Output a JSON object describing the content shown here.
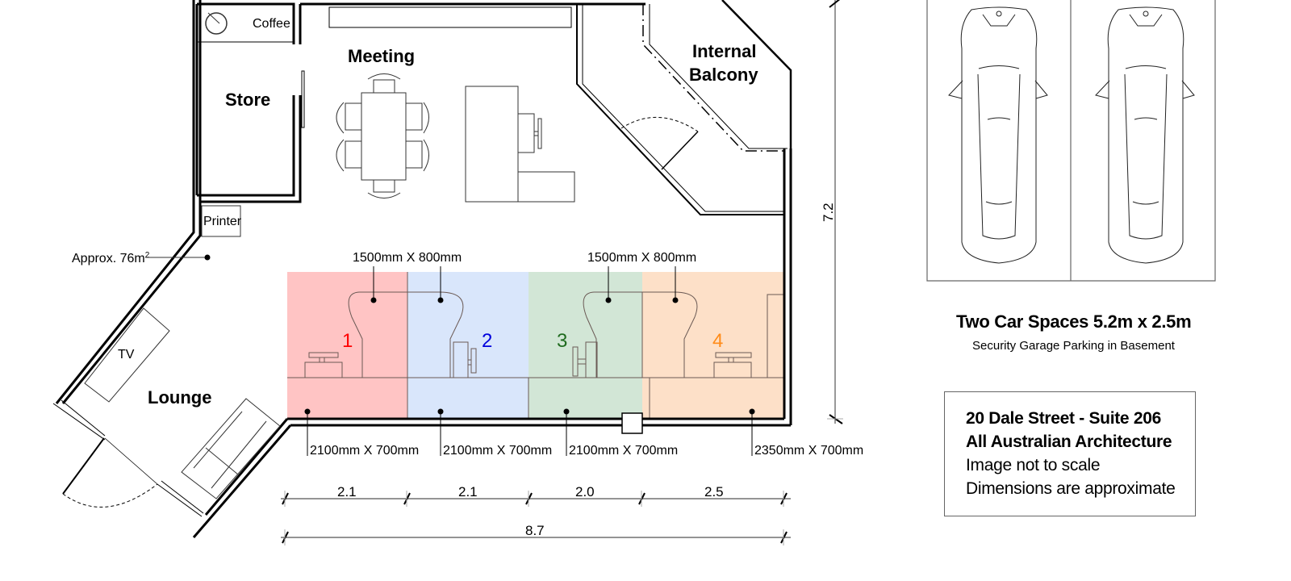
{
  "rooms": {
    "coffee": "Coffee",
    "store": "Store",
    "meeting": "Meeting",
    "internal_balcony_line1": "Internal",
    "internal_balcony_line2": "Balcony",
    "printer": "Printer",
    "lounge": "Lounge",
    "tv": "TV"
  },
  "area_label": {
    "text": "Approx. 76m",
    "superscript": "2"
  },
  "desks": [
    {
      "number": "1",
      "color": "#ff0000",
      "zone_fill": "#ffc4c4"
    },
    {
      "number": "2",
      "color": "#0000dd",
      "zone_fill": "#d9e6fb"
    },
    {
      "number": "3",
      "color": "#1f6b1f",
      "zone_fill": "#d2e6d6"
    },
    {
      "number": "4",
      "color": "#ff8c1a",
      "zone_fill": "#fde0c8"
    }
  ],
  "desk_size_labels": {
    "top_left": "1500mm X 800mm",
    "top_right": "1500mm X 800mm",
    "bottom": [
      "2100mm X 700mm",
      "2100mm X 700mm",
      "2100mm X 700mm",
      "2350mm X 700mm"
    ]
  },
  "dimensions": {
    "segments": [
      "2.1",
      "2.1",
      "2.0",
      "2.5"
    ],
    "total_width": "8.7",
    "height": "7.2"
  },
  "parking": {
    "title": "Two Car Spaces 5.2m x 2.5m",
    "subtitle": "Security Garage Parking in Basement"
  },
  "info": {
    "line1": "20 Dale Street - Suite 206",
    "line2": "All Australian Architecture",
    "line3": "Image not to scale",
    "line4": "Dimensions are approximate"
  },
  "chart_data": {
    "type": "table",
    "title": "Floor plan - Suite 206",
    "area_m2": 76,
    "rooms": [
      "Coffee",
      "Store",
      "Meeting",
      "Internal Balcony",
      "Printer",
      "Lounge"
    ],
    "workstations": [
      {
        "id": 1,
        "desk": "2100mm X 700mm",
        "shared_return": "1500mm X 800mm",
        "width_m": 2.1
      },
      {
        "id": 2,
        "desk": "2100mm X 700mm",
        "shared_return": "1500mm X 800mm",
        "width_m": 2.1
      },
      {
        "id": 3,
        "desk": "2100mm X 700mm",
        "shared_return": "1500mm X 800mm",
        "width_m": 2.0
      },
      {
        "id": 4,
        "desk": "2350mm X 700mm",
        "shared_return": "1500mm X 800mm",
        "width_m": 2.5
      }
    ],
    "overall_width_m": 8.7,
    "overall_depth_m": 7.2,
    "parking": {
      "spaces": 2,
      "size": "5.2m x 2.5m"
    }
  }
}
